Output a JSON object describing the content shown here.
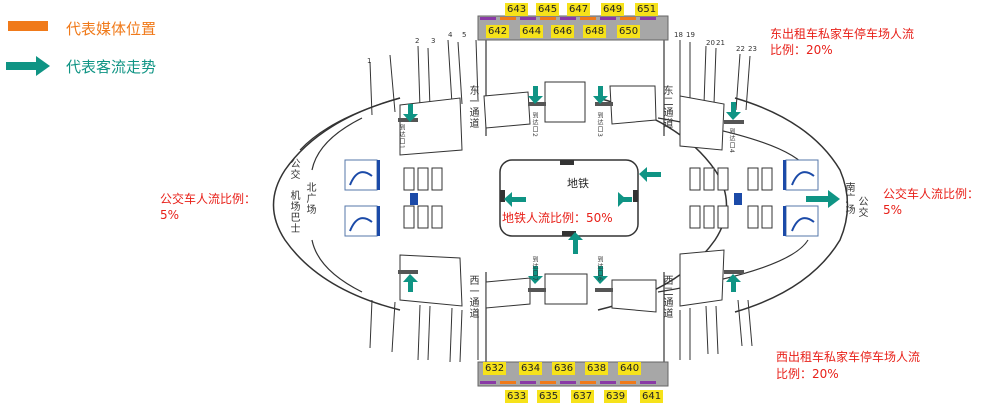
{
  "legend": {
    "media_label": "代表媒体位置",
    "media_color": "#f07a1a",
    "flow_label": "代表客流走势",
    "flow_color": "#0f9484"
  },
  "annotations": {
    "east_line1": "东出租车私家车停车场人流",
    "east_line2": "比例：20%",
    "west_line1": "西出租车私家车停车场人流",
    "west_line2": "比例：20%",
    "bus_left_line1": "公交车人流比例：",
    "bus_left_line2": "5%",
    "bus_right_line1": "公交车人流比例：",
    "bus_right_line2": "5%",
    "metro_ratio": "地铁人流比例：50%"
  },
  "areas": {
    "metro": "地铁",
    "north_square": "北广场",
    "north_bus": "公交",
    "north_airport_bus": "机场巴士",
    "south_square": "南广场",
    "south_bus": "公交",
    "east_corridor_1": "东一通道",
    "east_corridor_2": "东二通道",
    "west_corridor_1": "西一通道",
    "west_corridor_2": "西二通道",
    "exit_1": "到达口1",
    "exit_2": "到达口2",
    "exit_3": "到达口3",
    "exit_4": "到达口4",
    "exit_6": "到达口6",
    "exit_7": "到达口7"
  },
  "media_top": [
    "643",
    "645",
    "647",
    "649",
    "651"
  ],
  "media_top_row2": [
    "642",
    "644",
    "646",
    "648",
    "650"
  ],
  "media_bottom_row1": [
    "632",
    "634",
    "636",
    "638",
    "640"
  ],
  "media_bottom_row2": [
    "633",
    "635",
    "637",
    "639",
    "641"
  ],
  "platform_numbers_left": [
    "1",
    "2",
    "3",
    "4",
    "5"
  ],
  "platform_numbers_right": [
    "18",
    "19",
    "20",
    "21",
    "22",
    "23"
  ]
}
